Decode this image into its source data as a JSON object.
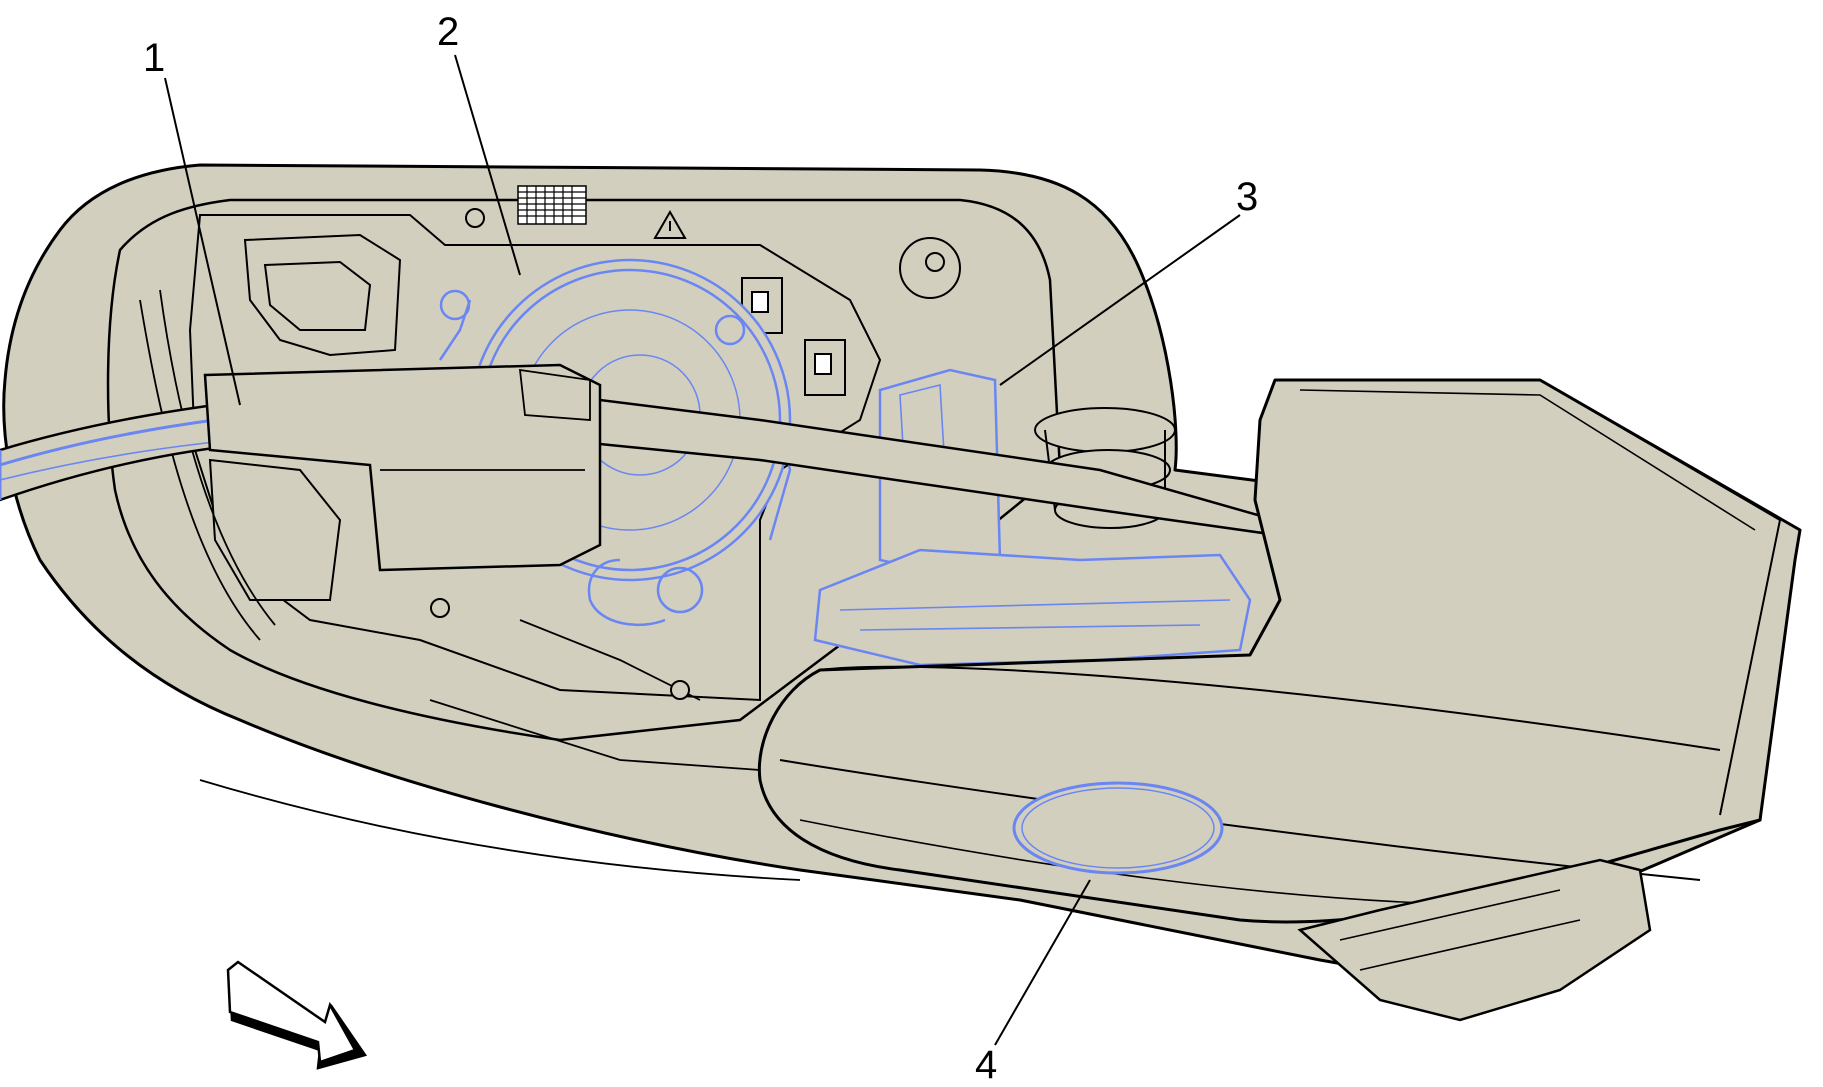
{
  "diagram": {
    "colors": {
      "housing_fill": "#d2cfbf",
      "housing_stroke": "#000000",
      "highlight": "#6a86f2",
      "background": "#ffffff",
      "arrow_fill": "#ffffff"
    },
    "callouts": [
      {
        "id": "1",
        "label": "1"
      },
      {
        "id": "2",
        "label": "2"
      },
      {
        "id": "3",
        "label": "3"
      },
      {
        "id": "4",
        "label": "4"
      }
    ],
    "icons": {
      "view_arrow": "view-direction-arrow-icon",
      "warning": "warning-triangle-icon"
    }
  }
}
